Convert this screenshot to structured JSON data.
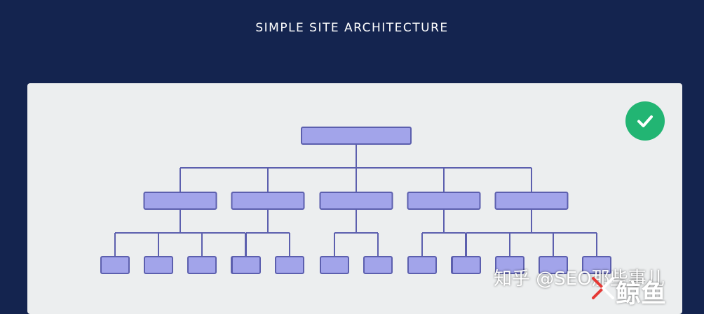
{
  "title": "SIMPLE SITE ARCHITECTURE",
  "status_icon": "checkmark-icon",
  "colors": {
    "background": "#14244f",
    "panel": "#eceeef",
    "node_fill": "#a2a4ea",
    "node_stroke": "#5c5fae",
    "connector": "#5c5fae",
    "check": "#22b573"
  },
  "tree": {
    "children": [
      {
        "children": 4
      },
      {
        "children": 2
      },
      {
        "children": 2
      },
      {
        "children": 2
      },
      {
        "children": 4
      }
    ]
  },
  "watermark": {
    "text": "知乎 @SEO那些事儿",
    "logo_text": "鲸鱼"
  }
}
